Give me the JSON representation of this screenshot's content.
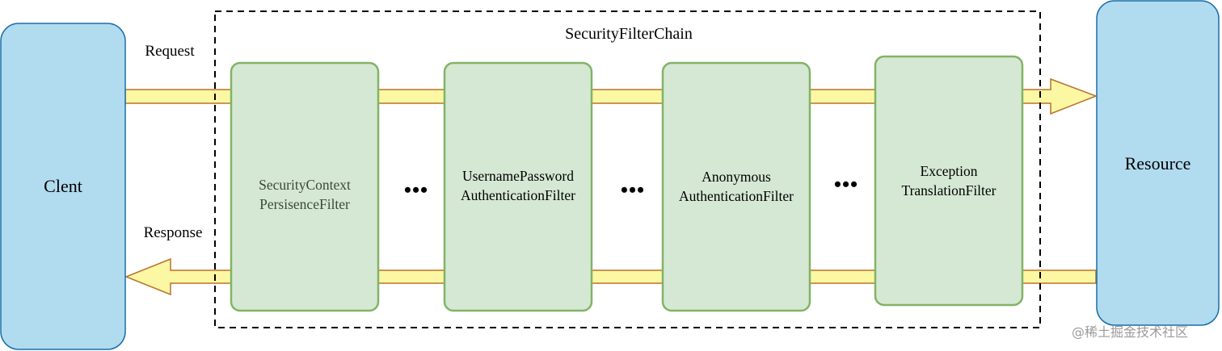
{
  "diagram": {
    "chain_title": "SecurityFilterChain",
    "client_label": "Clent",
    "resource_label": "Resource",
    "request_label": "Request",
    "response_label": "Response",
    "filters": [
      {
        "line1": "SecurityContext",
        "line2": "PersisenceFilter",
        "text_color": "#3a4a3a"
      },
      {
        "line1": "UsernamePassword",
        "line2": "AuthenticationFilter",
        "text_color": "#000000"
      },
      {
        "line1": "Anonymous",
        "line2": "AuthenticationFilter",
        "text_color": "#000000"
      },
      {
        "line1": "Exception",
        "line2": "TranslationFilter",
        "text_color": "#000000"
      }
    ],
    "ellipsis": [
      "•••",
      "•••",
      "•••"
    ],
    "watermark": "@稀土掘金技术社区"
  },
  "colors": {
    "endpoint_fill": "#b1dbef",
    "endpoint_stroke": "#1b6fa8",
    "filter_fill": "#d5e8d4",
    "filter_stroke": "#82b366",
    "arrow_fill": "#fbf7a3",
    "arrow_stroke": "#b9722e",
    "chain_border": "#000000"
  }
}
